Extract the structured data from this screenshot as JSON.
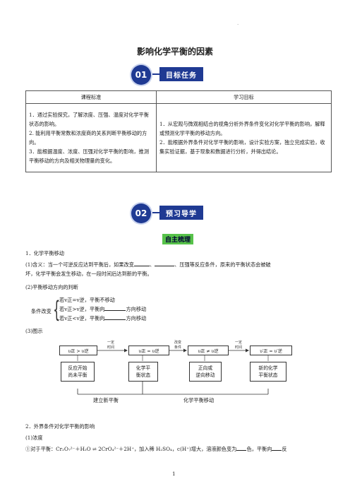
{
  "header_mark": "·",
  "title": "影响化学平衡的因素",
  "section1": {
    "num": "01",
    "label": "目标任务"
  },
  "table": {
    "col1": "课程标准",
    "col2": "学习目标",
    "standards": [
      "1．通过实验探究，了解浓度、压强、温度对化学平衡状态的影响。",
      "2. 能利用平衡常数和浓度商的关系判断平衡移动的方向。",
      "3．能根据温度、浓度、压强对化学平衡的影响，推测平衡移动的方向及相关物理量的变化。"
    ],
    "goals": [
      "1．从宏观与微观相结合的视角分析外界条件变化对化学平衡的影响，解释或预测化学平衡的移动方向。",
      "2．能根据外界条件对化学平衡的影响，设计实验方案，独立完成实验，收集实验证据，基于现象和数据进行分析，并得出结论。"
    ]
  },
  "section2": {
    "num": "02",
    "label": "预习导学"
  },
  "highlight": "自主梳理",
  "p1": "1．化学平衡移动",
  "p2_a": "(1)含义：当一个可逆反应达到平衡后，如果改变",
  "p2_b": "、",
  "p2_c": "、压强等反应条件，原来的平衡状态会被破",
  "p2_d": "坏，化学平衡会发生移动，在一段时间后达到新的平衡。",
  "p3": "(2)平衡移动方向的判断",
  "cond_label": "条件改变",
  "cond1": "若v正=v逆，平衡不移动",
  "cond2_a": "若v正>v逆，平衡向",
  "cond2_b": "方向移动",
  "cond3_a": "若v正<v逆，平衡向",
  "cond3_b": "方向移动",
  "p4": "(3)图示",
  "flow": {
    "box1": "υ正 > υ逆",
    "arrow1": "一定\n时间",
    "box2": "υ正 = υ逆",
    "arrow2": "改变\n条件",
    "box3": "υ正 ≠ υ逆",
    "arrow3": "一定\n时间",
    "box4": "υ′正 = υ′逆",
    "note1": "反应开始\n尚未平衡",
    "note2": "化学平\n衡状态",
    "note3": "正向或\n逆向移动",
    "note4": "新的化学\n平衡状态",
    "bracket1": "建立新平衡",
    "bracket2": "化学平衡移动"
  },
  "p5": "2．外界条件对化学平衡的影响",
  "p6": "(1)浓度",
  "p7_a": "①对于平衡：Cr₂O₇²⁻＋H₂O ⇌ 2CrO₄²⁻＋2H⁺，加入稀 H₂SO₄，c(H⁺)增大，溶液颜色变为",
  "p7_b": "色，平衡向",
  "p7_c": "反",
  "page_number": "1"
}
